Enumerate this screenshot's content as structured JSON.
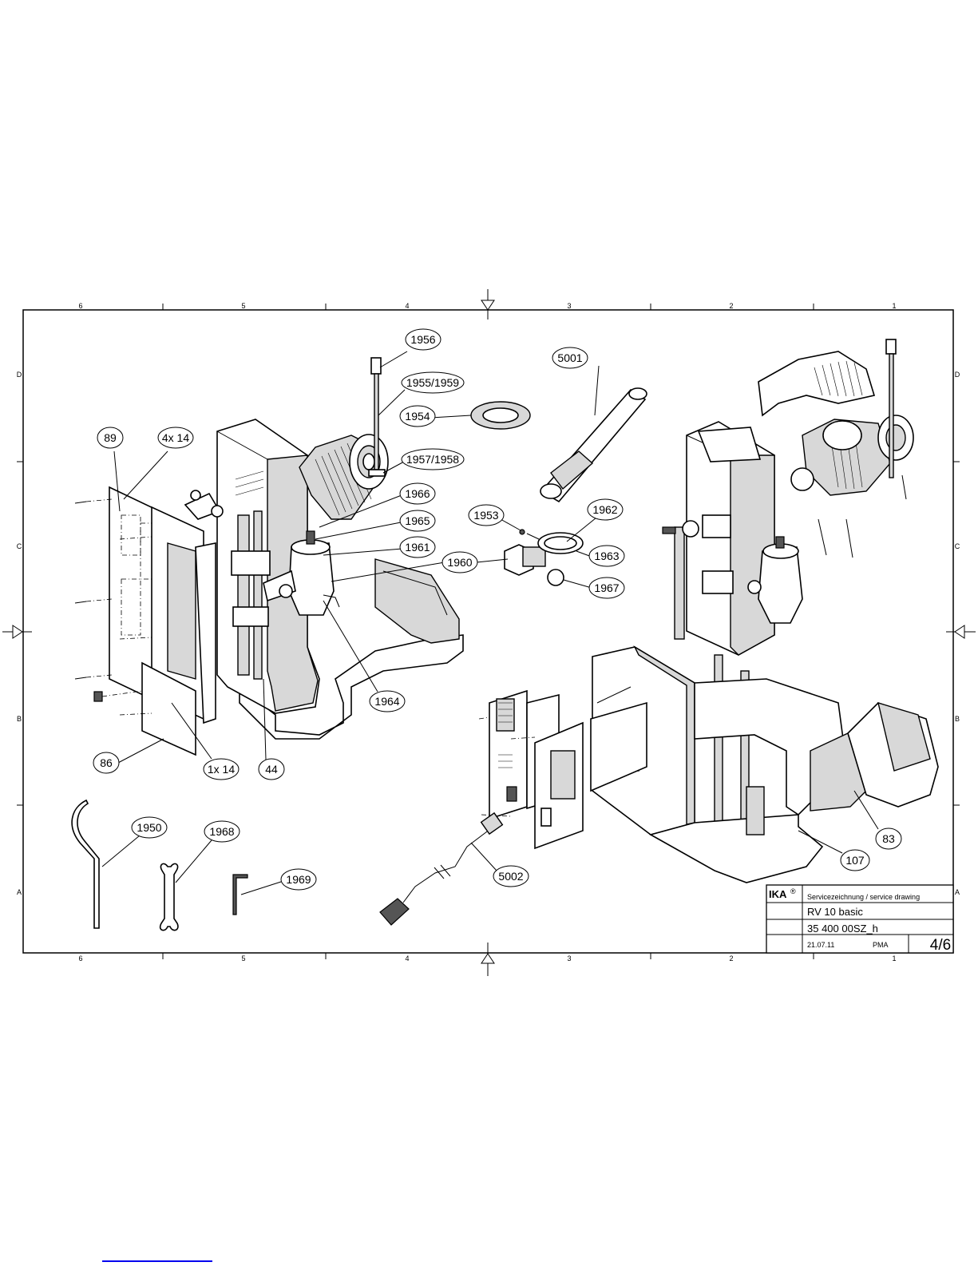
{
  "callouts": [
    {
      "label": "1956"
    },
    {
      "label": "1955/1959"
    },
    {
      "label": "1954"
    },
    {
      "label": "1957/1958"
    },
    {
      "label": "5001"
    },
    {
      "label": "1966"
    },
    {
      "label": "1965"
    },
    {
      "label": "1961"
    },
    {
      "label": "1960"
    },
    {
      "label": "1953"
    },
    {
      "label": "1962"
    },
    {
      "label": "1963"
    },
    {
      "label": "1967"
    },
    {
      "label": "89"
    },
    {
      "label": "4x 14"
    },
    {
      "label": "1964"
    },
    {
      "label": "86"
    },
    {
      "label": "1x 14"
    },
    {
      "label": "44"
    },
    {
      "label": "1950"
    },
    {
      "label": "1968"
    },
    {
      "label": "1969"
    },
    {
      "label": "5002"
    },
    {
      "label": "83"
    },
    {
      "label": "107"
    }
  ],
  "grid": {
    "columns": [
      "6",
      "5",
      "4",
      "3",
      "2",
      "1"
    ],
    "rows": [
      "D",
      "C",
      "B",
      "A"
    ]
  },
  "title_block": {
    "brand": "IKA",
    "registered": "®",
    "drawing_type": "Servicezeichnung / service drawing",
    "product": "RV 10 basic",
    "drawing_number": "35 400 00SZ_h",
    "date": "21.07.11",
    "author": "PMA",
    "sheet": "4/6"
  },
  "colors": {
    "line": "#000000",
    "background": "#ffffff",
    "footer_link": "#0000ee"
  }
}
